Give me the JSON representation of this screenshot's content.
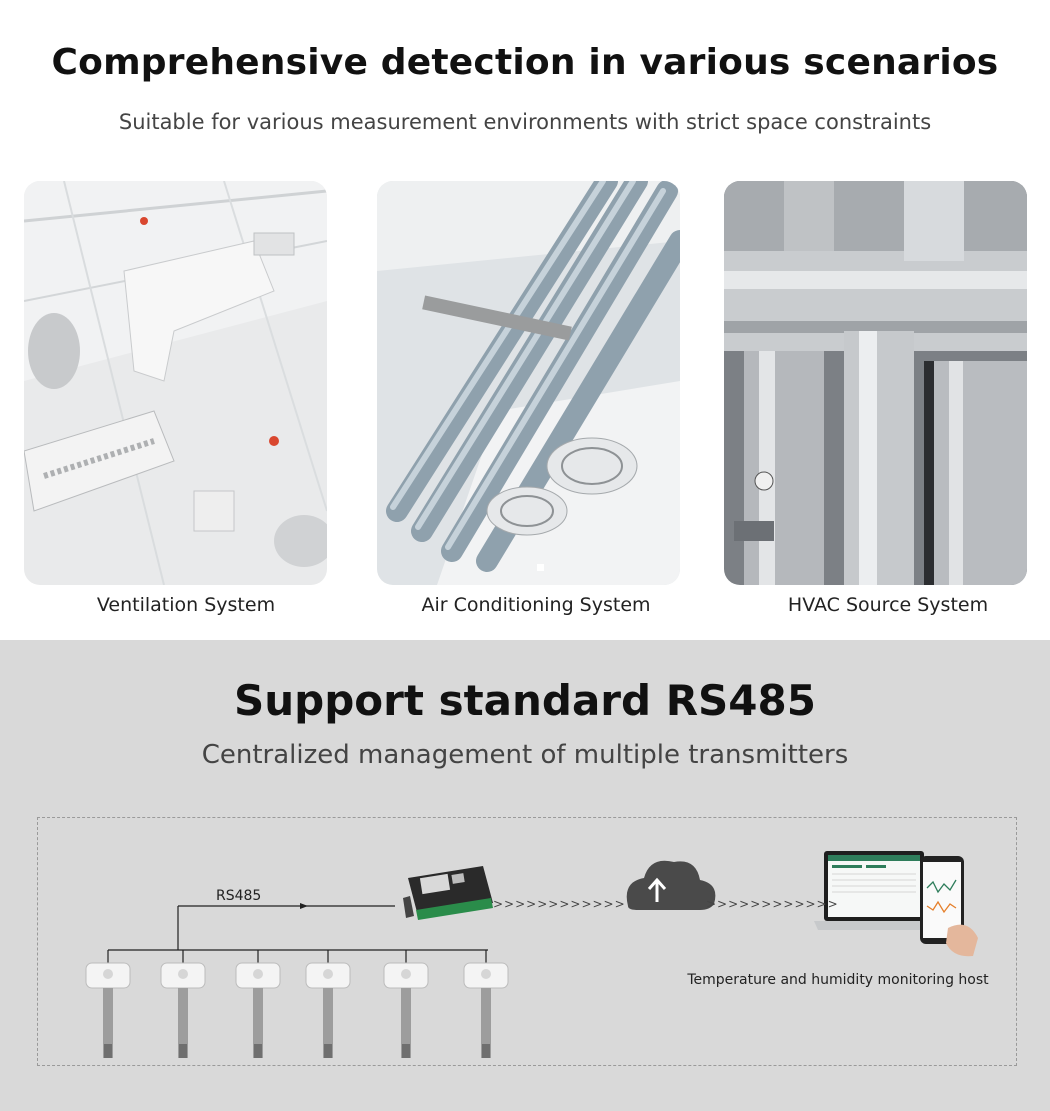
{
  "header": {
    "title": "Comprehensive detection in various scenarios",
    "subtitle": "Suitable for various measurement environments with strict space constraints"
  },
  "scenarios": [
    {
      "label": "Ventilation System"
    },
    {
      "label": "Air Conditioning System"
    },
    {
      "label": "HVAC Source System"
    }
  ],
  "rs485": {
    "title": "Support standard RS485",
    "subtitle": "Centralized management of multiple transmitters",
    "bus_label": "RS485",
    "host_label": "Temperature and humidity monitoring host",
    "arrow_text_1": ">>>>>>>>>>>>",
    "arrow_text_2": ">>>>>>>>>>>>"
  },
  "colors": {
    "bottom_background": "#d9d9d9",
    "cloud": "#4a4a4a",
    "pcb_green": "#2a8c4a"
  }
}
